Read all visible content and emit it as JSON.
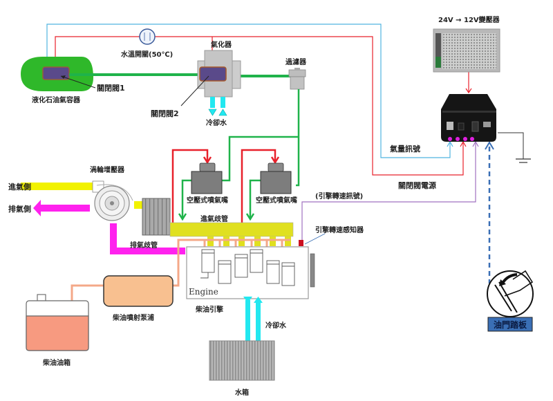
{
  "diagram": {
    "title": "LPG-Diesel Dual Fuel Engine System",
    "labels": {
      "lpg_tank": "液化石油氣容器",
      "shutoff_valve_1": "關閉閥1",
      "shutoff_valve_2": "關閉閥2",
      "water_temp_switch": "水溫開關(50℃)",
      "vaporizer": "氣化器",
      "coolant_top": "冷卻水",
      "filter": "過濾器",
      "converter": "24V → 12V變壓器",
      "gas_signal": "氣量訊號",
      "valve_power": "關閉閥電源",
      "rpm_signal": "(引擎轉速訊號)",
      "rpm_sensor": "引擎轉速感知器",
      "turbocharger": "渦輪增壓器",
      "intake_side": "進氣側",
      "exhaust_side": "排氣側",
      "exhaust_manifold": "排氣歧管",
      "intake_manifold": "進氣歧管",
      "injector_1": "空壓式噴氣嘴",
      "injector_2": "空壓式噴氣嘴",
      "engine_en": "Engine",
      "diesel_engine": "柴油引擎",
      "coolant_bottom": "冷卻水",
      "diesel_pump": "柴油噴射泵浦",
      "diesel_tank": "柴油油箱",
      "radiator": "水箱",
      "throttle_pedal": "油門踏板"
    },
    "colors": {
      "lpg_line": "#1fb34a",
      "power_line": "#e8202a",
      "signal_line": "#4fb3e0",
      "rpm_line": "#a070c0",
      "pedal_line": "#3a6fb5",
      "intake": "#f2f200",
      "exhaust": "#ff22ee",
      "coolant": "#22e8f0",
      "diesel_line": "#f4a888",
      "valve": "#5a4a8a"
    }
  }
}
